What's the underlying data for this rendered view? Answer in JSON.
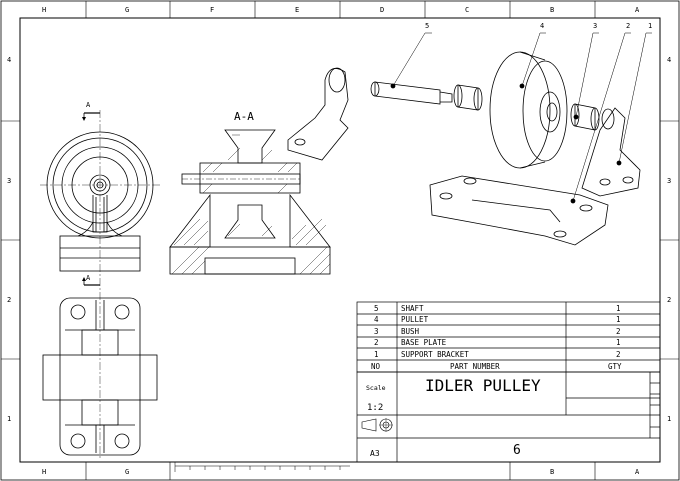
{
  "zones": {
    "top_cols": [
      "H",
      "G",
      "F",
      "E",
      "D",
      "C",
      "B",
      "A"
    ],
    "bottom_cols": [
      "H",
      "G",
      "B",
      "A"
    ],
    "rows": [
      "4",
      "3",
      "2",
      "1"
    ]
  },
  "section_label": "A-A",
  "section_marker": "A",
  "balloons": [
    "5",
    "4",
    "3",
    "2",
    "1"
  ],
  "bom": {
    "rows": [
      {
        "no": "5",
        "name": "SHAFT",
        "qty": "1"
      },
      {
        "no": "4",
        "name": "PULLET",
        "qty": "1"
      },
      {
        "no": "3",
        "name": "BUSH",
        "qty": "2"
      },
      {
        "no": "2",
        "name": "BASE PLATE",
        "qty": "1"
      },
      {
        "no": "1",
        "name": "SUPPORT BRACKET",
        "qty": "2"
      }
    ],
    "header": {
      "no": "NO",
      "name": "PART NUMBER",
      "qty": "GTY"
    }
  },
  "title_block": {
    "scale_label": "Scale",
    "scale_value": "1:2",
    "title": "IDLER PULLEY",
    "sheet_size": "A3",
    "drawing_number": "6"
  }
}
